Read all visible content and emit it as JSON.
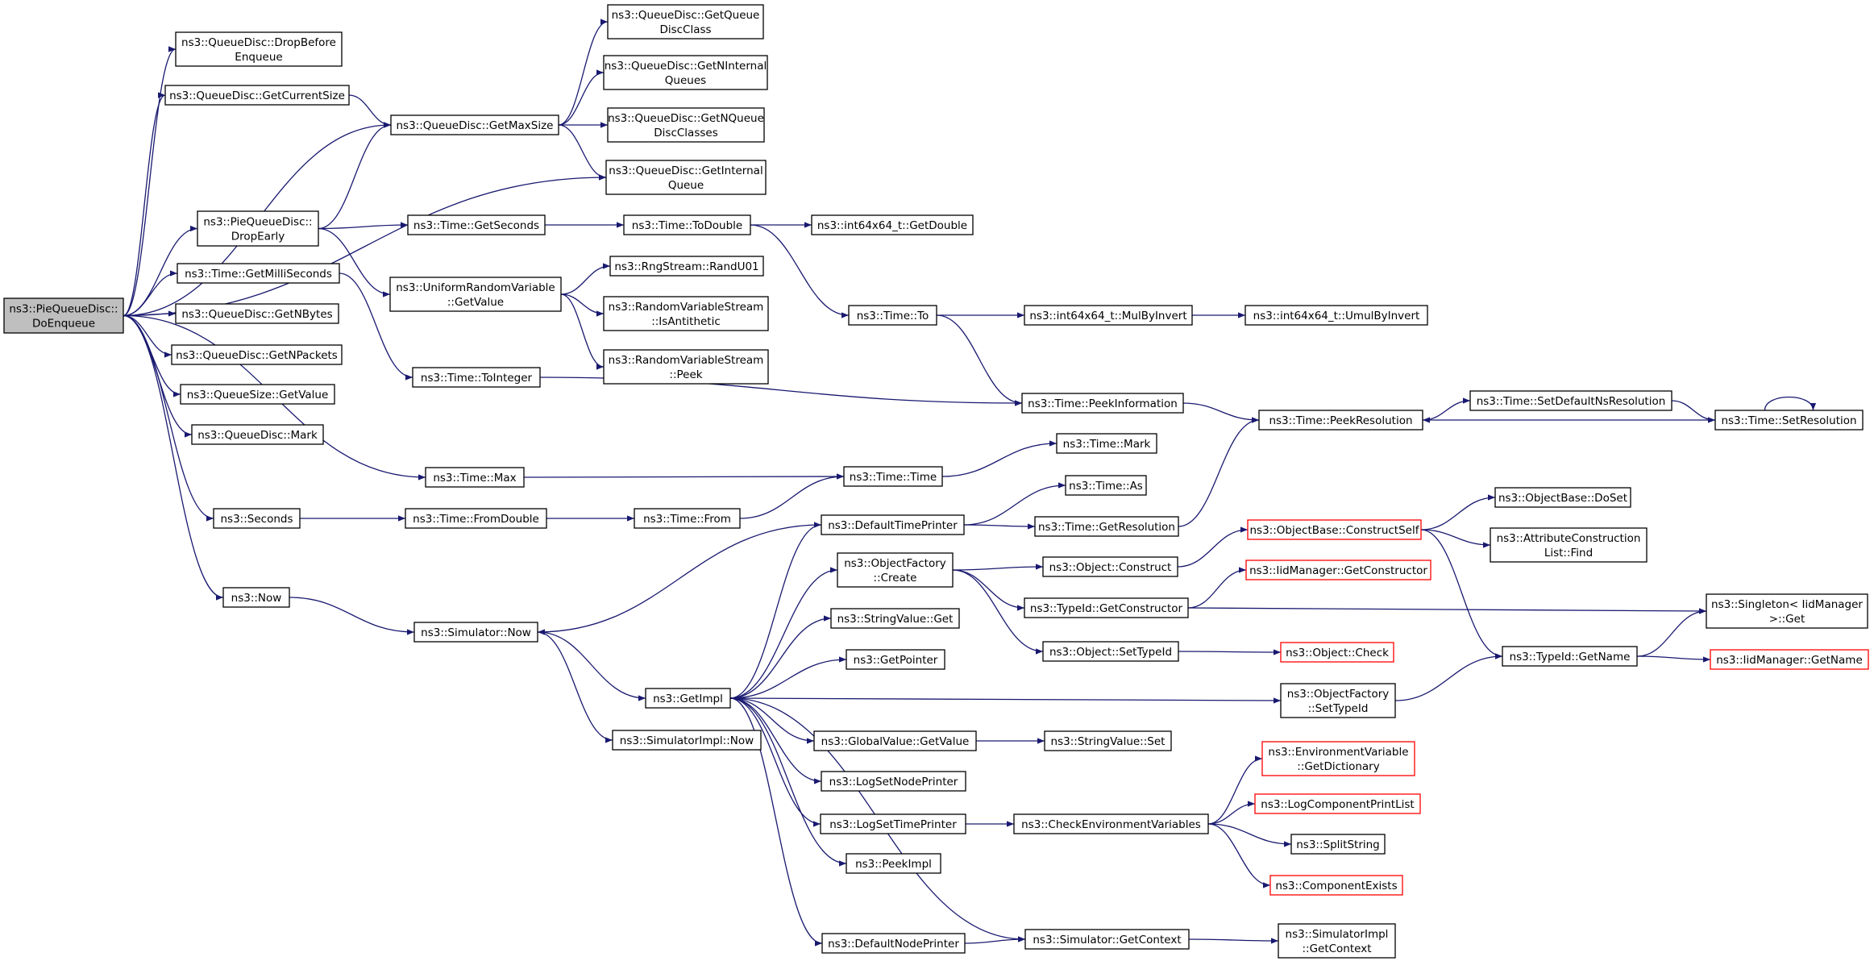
{
  "graph": {
    "colors": {
      "edge": "#191970",
      "node_border": "#000000",
      "node_border_incomplete": "#ff0000",
      "root_fill": "#bfbfbf",
      "node_fill": "#ffffff"
    },
    "nodes": [
      {
        "id": "root",
        "lines": [
          "ns3::PieQueueDisc::",
          "DoEnqueue"
        ],
        "root": true
      },
      {
        "id": "dropBefore",
        "lines": [
          "ns3::QueueDisc::DropBefore",
          "Enqueue"
        ]
      },
      {
        "id": "getCurSize",
        "lines": [
          "ns3::QueueDisc::GetCurrentSize"
        ]
      },
      {
        "id": "dropEarly",
        "lines": [
          "ns3::PieQueueDisc::",
          "DropEarly"
        ]
      },
      {
        "id": "getMilli",
        "lines": [
          "ns3::Time::GetMilliSeconds"
        ]
      },
      {
        "id": "getNBytes",
        "lines": [
          "ns3::QueueDisc::GetNBytes"
        ]
      },
      {
        "id": "getNPackets",
        "lines": [
          "ns3::QueueDisc::GetNPackets"
        ]
      },
      {
        "id": "qsGetValue",
        "lines": [
          "ns3::QueueSize::GetValue"
        ]
      },
      {
        "id": "mark",
        "lines": [
          "ns3::QueueDisc::Mark"
        ]
      },
      {
        "id": "seconds",
        "lines": [
          "ns3::Seconds"
        ]
      },
      {
        "id": "now",
        "lines": [
          "ns3::Now"
        ]
      },
      {
        "id": "getMaxSize",
        "lines": [
          "ns3::QueueDisc::GetMaxSize"
        ]
      },
      {
        "id": "getSeconds",
        "lines": [
          "ns3::Time::GetSeconds"
        ]
      },
      {
        "id": "urvGetValue",
        "lines": [
          "ns3::UniformRandomVariable",
          "::GetValue"
        ]
      },
      {
        "id": "toInteger",
        "lines": [
          "ns3::Time::ToInteger"
        ]
      },
      {
        "id": "timeMax",
        "lines": [
          "ns3::Time::Max"
        ]
      },
      {
        "id": "fromDouble",
        "lines": [
          "ns3::Time::FromDouble"
        ]
      },
      {
        "id": "simNow",
        "lines": [
          "ns3::Simulator::Now"
        ]
      },
      {
        "id": "getQDClass",
        "lines": [
          "ns3::QueueDisc::GetQueue",
          "DiscClass"
        ]
      },
      {
        "id": "getNInternal",
        "lines": [
          "ns3::QueueDisc::GetNInternal",
          "Queues"
        ]
      },
      {
        "id": "getNQDClasses",
        "lines": [
          "ns3::QueueDisc::GetNQueue",
          "DiscClasses"
        ]
      },
      {
        "id": "getInternalQ",
        "lines": [
          "ns3::QueueDisc::GetInternal",
          "Queue"
        ]
      },
      {
        "id": "toDouble",
        "lines": [
          "ns3::Time::ToDouble"
        ]
      },
      {
        "id": "randU01",
        "lines": [
          "ns3::RngStream::RandU01"
        ]
      },
      {
        "id": "isAntithetic",
        "lines": [
          "ns3::RandomVariableStream",
          "::IsAntithetic"
        ]
      },
      {
        "id": "peek",
        "lines": [
          "ns3::RandomVariableStream",
          "::Peek"
        ]
      },
      {
        "id": "timeFrom",
        "lines": [
          "ns3::Time::From"
        ]
      },
      {
        "id": "getImpl",
        "lines": [
          "ns3::GetImpl"
        ]
      },
      {
        "id": "simImplNow",
        "lines": [
          "ns3::SimulatorImpl::Now"
        ]
      },
      {
        "id": "getDouble",
        "lines": [
          "ns3::int64x64_t::GetDouble"
        ]
      },
      {
        "id": "timeTo",
        "lines": [
          "ns3::Time::To"
        ]
      },
      {
        "id": "timeTime",
        "lines": [
          "ns3::Time::Time"
        ]
      },
      {
        "id": "defTimePrinter",
        "lines": [
          "ns3::DefaultTimePrinter"
        ]
      },
      {
        "id": "ofCreate",
        "lines": [
          "ns3::ObjectFactory",
          "::Create"
        ]
      },
      {
        "id": "svGet",
        "lines": [
          "ns3::StringValue::Get"
        ]
      },
      {
        "id": "getPointer",
        "lines": [
          "ns3::GetPointer"
        ]
      },
      {
        "id": "gvGetValue",
        "lines": [
          "ns3::GlobalValue::GetValue"
        ]
      },
      {
        "id": "logSetNode",
        "lines": [
          "ns3::LogSetNodePrinter"
        ]
      },
      {
        "id": "logSetTime",
        "lines": [
          "ns3::LogSetTimePrinter"
        ]
      },
      {
        "id": "peekImpl",
        "lines": [
          "ns3::PeekImpl"
        ]
      },
      {
        "id": "defNodePrinter",
        "lines": [
          "ns3::DefaultNodePrinter"
        ]
      },
      {
        "id": "mulByInvert",
        "lines": [
          "ns3::int64x64_t::MulByInvert"
        ]
      },
      {
        "id": "peekInfo",
        "lines": [
          "ns3::Time::PeekInformation"
        ]
      },
      {
        "id": "timeMark",
        "lines": [
          "ns3::Time::Mark"
        ]
      },
      {
        "id": "timeAs",
        "lines": [
          "ns3::Time::As"
        ]
      },
      {
        "id": "getResolution",
        "lines": [
          "ns3::Time::GetResolution"
        ]
      },
      {
        "id": "objConstruct",
        "lines": [
          "ns3::Object::Construct"
        ]
      },
      {
        "id": "getConstructor",
        "lines": [
          "ns3::TypeId::GetConstructor"
        ]
      },
      {
        "id": "setTypeIdObj",
        "lines": [
          "ns3::Object::SetTypeId"
        ]
      },
      {
        "id": "ofSetTypeId",
        "lines": [
          "ns3::ObjectFactory",
          "::SetTypeId"
        ]
      },
      {
        "id": "svSet",
        "lines": [
          "ns3::StringValue::Set"
        ]
      },
      {
        "id": "checkEnv",
        "lines": [
          "ns3::CheckEnvironmentVariables"
        ]
      },
      {
        "id": "simGetContext",
        "lines": [
          "ns3::Simulator::GetContext"
        ]
      },
      {
        "id": "umulByInvert",
        "lines": [
          "ns3::int64x64_t::UmulByInvert"
        ]
      },
      {
        "id": "peekRes",
        "lines": [
          "ns3::Time::PeekResolution"
        ]
      },
      {
        "id": "constructSelf",
        "lines": [
          "ns3::ObjectBase::ConstructSelf"
        ],
        "incomplete": true
      },
      {
        "id": "iidGetCtor",
        "lines": [
          "ns3::IidManager::GetConstructor"
        ],
        "incomplete": true
      },
      {
        "id": "objCheck",
        "lines": [
          "ns3::Object::Check"
        ],
        "incomplete": true
      },
      {
        "id": "typeIdGetName",
        "lines": [
          "ns3::TypeId::GetName"
        ]
      },
      {
        "id": "envGetDict",
        "lines": [
          "ns3::EnvironmentVariable",
          "::GetDictionary"
        ],
        "incomplete": true
      },
      {
        "id": "logCompList",
        "lines": [
          "ns3::LogComponentPrintList"
        ],
        "incomplete": true
      },
      {
        "id": "splitString",
        "lines": [
          "ns3::SplitString"
        ]
      },
      {
        "id": "compExists",
        "lines": [
          "ns3::ComponentExists"
        ],
        "incomplete": true
      },
      {
        "id": "simImplGetContext",
        "lines": [
          "ns3::SimulatorImpl",
          "::GetContext"
        ]
      },
      {
        "id": "setDefNsRes",
        "lines": [
          "ns3::Time::SetDefaultNsResolution"
        ]
      },
      {
        "id": "setResolution",
        "lines": [
          "ns3::Time::SetResolution"
        ]
      },
      {
        "id": "doSet",
        "lines": [
          "ns3::ObjectBase::DoSet"
        ]
      },
      {
        "id": "attrFind",
        "lines": [
          "ns3::AttributeConstruction",
          "List::Find"
        ]
      },
      {
        "id": "singletonGet",
        "lines": [
          "ns3::Singleton< IidManager",
          ">::Get"
        ]
      },
      {
        "id": "iidGetName",
        "lines": [
          "ns3::IidManager::GetName"
        ],
        "incomplete": true
      }
    ],
    "edges": [
      [
        "root",
        "dropBefore"
      ],
      [
        "root",
        "getCurSize"
      ],
      [
        "root",
        "getMaxSize"
      ],
      [
        "root",
        "getInternalQ"
      ],
      [
        "root",
        "dropEarly"
      ],
      [
        "root",
        "getMilli"
      ],
      [
        "root",
        "getNBytes"
      ],
      [
        "root",
        "getNPackets"
      ],
      [
        "root",
        "qsGetValue"
      ],
      [
        "root",
        "mark"
      ],
      [
        "root",
        "timeMax"
      ],
      [
        "root",
        "seconds"
      ],
      [
        "root",
        "now"
      ],
      [
        "getCurSize",
        "getMaxSize"
      ],
      [
        "dropEarly",
        "getMaxSize"
      ],
      [
        "dropEarly",
        "getSeconds"
      ],
      [
        "dropEarly",
        "urvGetValue"
      ],
      [
        "getMilli",
        "toInteger"
      ],
      [
        "getMaxSize",
        "getQDClass"
      ],
      [
        "getMaxSize",
        "getNInternal"
      ],
      [
        "getMaxSize",
        "getNQDClasses"
      ],
      [
        "getMaxSize",
        "getInternalQ"
      ],
      [
        "getSeconds",
        "toDouble"
      ],
      [
        "toDouble",
        "getDouble"
      ],
      [
        "toDouble",
        "timeTo"
      ],
      [
        "urvGetValue",
        "randU01"
      ],
      [
        "urvGetValue",
        "isAntithetic"
      ],
      [
        "urvGetValue",
        "peek"
      ],
      [
        "toInteger",
        "peekInfo"
      ],
      [
        "timeTo",
        "mulByInvert"
      ],
      [
        "timeTo",
        "peekInfo"
      ],
      [
        "mulByInvert",
        "umulByInvert"
      ],
      [
        "peekInfo",
        "peekRes"
      ],
      [
        "peekRes",
        "setDefNsRes"
      ],
      [
        "setDefNsRes",
        "setResolution"
      ],
      [
        "setResolution",
        "peekRes"
      ],
      [
        "setResolution",
        "setResolution"
      ],
      [
        "timeMax",
        "timeTime"
      ],
      [
        "timeTime",
        "timeMark"
      ],
      [
        "seconds",
        "fromDouble"
      ],
      [
        "fromDouble",
        "timeFrom"
      ],
      [
        "timeFrom",
        "timeTime"
      ],
      [
        "now",
        "simNow"
      ],
      [
        "simNow",
        "getImpl"
      ],
      [
        "simNow",
        "simImplNow"
      ],
      [
        "defTimePrinter",
        "simNow"
      ],
      [
        "defTimePrinter",
        "timeAs"
      ],
      [
        "defTimePrinter",
        "getResolution"
      ],
      [
        "getResolution",
        "peekRes"
      ],
      [
        "getImpl",
        "defTimePrinter"
      ],
      [
        "getImpl",
        "ofCreate"
      ],
      [
        "getImpl",
        "svGet"
      ],
      [
        "getImpl",
        "getPointer"
      ],
      [
        "getImpl",
        "ofSetTypeId"
      ],
      [
        "getImpl",
        "gvGetValue"
      ],
      [
        "getImpl",
        "logSetNode"
      ],
      [
        "getImpl",
        "logSetTime"
      ],
      [
        "getImpl",
        "peekImpl"
      ],
      [
        "getImpl",
        "defNodePrinter"
      ],
      [
        "getImpl",
        "simGetContext"
      ],
      [
        "ofCreate",
        "objConstruct"
      ],
      [
        "ofCreate",
        "getConstructor"
      ],
      [
        "ofCreate",
        "setTypeIdObj"
      ],
      [
        "objConstruct",
        "constructSelf"
      ],
      [
        "constructSelf",
        "doSet"
      ],
      [
        "constructSelf",
        "attrFind"
      ],
      [
        "constructSelf",
        "typeIdGetName"
      ],
      [
        "getConstructor",
        "iidGetCtor"
      ],
      [
        "getConstructor",
        "singletonGet"
      ],
      [
        "setTypeIdObj",
        "objCheck"
      ],
      [
        "ofSetTypeId",
        "typeIdGetName"
      ],
      [
        "typeIdGetName",
        "singletonGet"
      ],
      [
        "typeIdGetName",
        "iidGetName"
      ],
      [
        "gvGetValue",
        "svSet"
      ],
      [
        "logSetTime",
        "checkEnv"
      ],
      [
        "checkEnv",
        "envGetDict"
      ],
      [
        "checkEnv",
        "logCompList"
      ],
      [
        "checkEnv",
        "splitString"
      ],
      [
        "checkEnv",
        "compExists"
      ],
      [
        "defNodePrinter",
        "simGetContext"
      ],
      [
        "simGetContext",
        "simImplGetContext"
      ]
    ]
  }
}
